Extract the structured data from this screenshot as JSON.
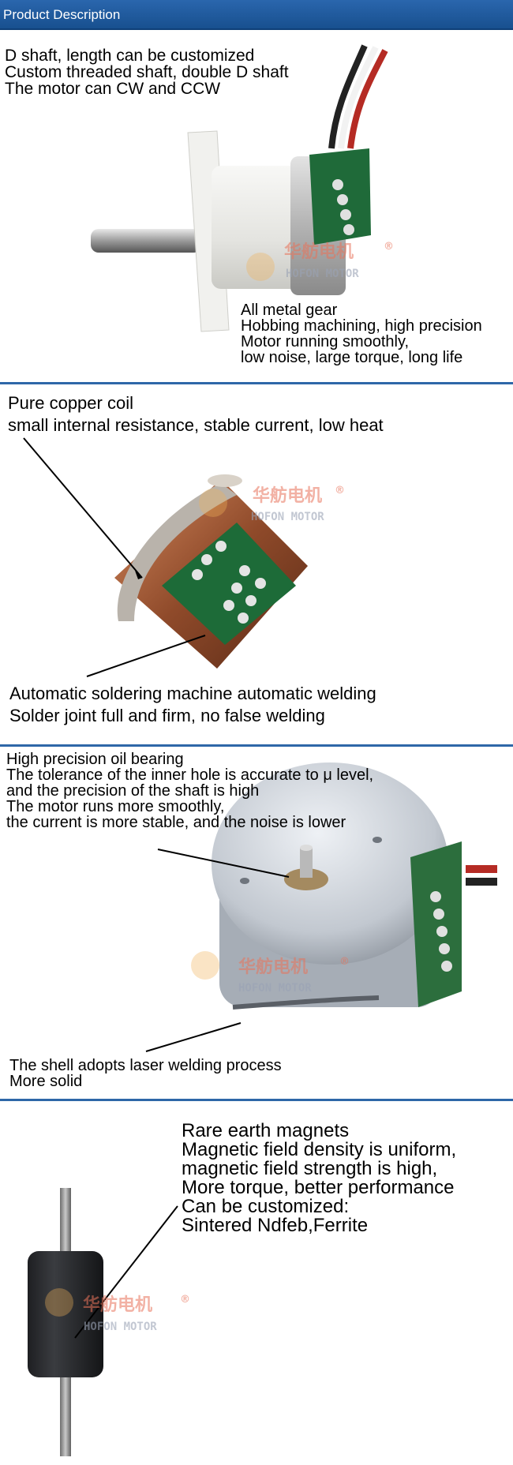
{
  "header": {
    "title": "Product Description"
  },
  "section1": {
    "top_lines": [
      "D shaft, length can be customized",
      "Custom threaded shaft, double D shaft",
      "The motor can CW and CCW"
    ],
    "bottom_lines": [
      "All metal gear",
      "Hobbing machining, high precision",
      "Motor running smoothly,",
      "low noise, large torque, long life"
    ]
  },
  "section2": {
    "top_lines": [
      "Pure copper coil",
      "small internal resistance, stable current, low heat"
    ],
    "bottom_lines": [
      "Automatic soldering machine automatic welding",
      "Solder joint full and firm, no false welding"
    ]
  },
  "section3": {
    "top_lines": [
      "High precision oil bearing",
      "The tolerance of the inner hole is accurate to μ level,",
      "and the precision of the shaft is high",
      "The motor runs more smoothly,",
      "the current is more stable, and the noise is lower"
    ],
    "bottom_lines": [
      "The shell adopts laser welding process",
      "More solid"
    ]
  },
  "section4": {
    "lines": [
      "Rare earth magnets",
      "Magnetic field density is uniform,",
      "magnetic field strength is high,",
      "More torque, better performance",
      "Can be customized:",
      "Sintered Ndfeb,Ferrite"
    ]
  },
  "watermark": {
    "cn": "华舫电机",
    "en": "HOFON MOTOR",
    "reg": "®"
  },
  "colors": {
    "header": "#1e5a9c",
    "divider": "#2e67a8"
  }
}
